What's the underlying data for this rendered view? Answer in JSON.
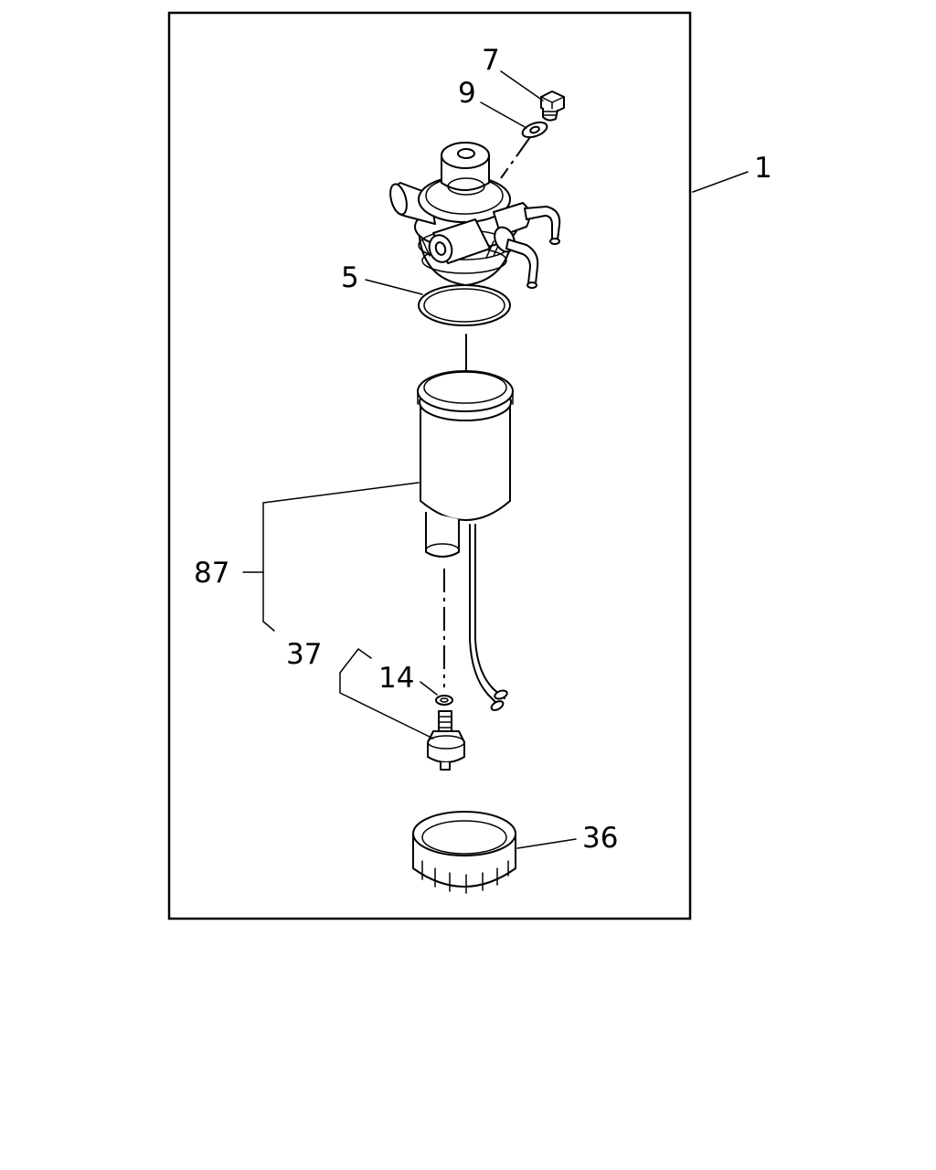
{
  "callouts": {
    "c1": "1",
    "c5": "5",
    "c7": "7",
    "c9": "9",
    "c14": "14",
    "c36": "36",
    "c37": "37",
    "c87": "87"
  },
  "colors": {
    "line": "#000000",
    "background": "#ffffff"
  }
}
